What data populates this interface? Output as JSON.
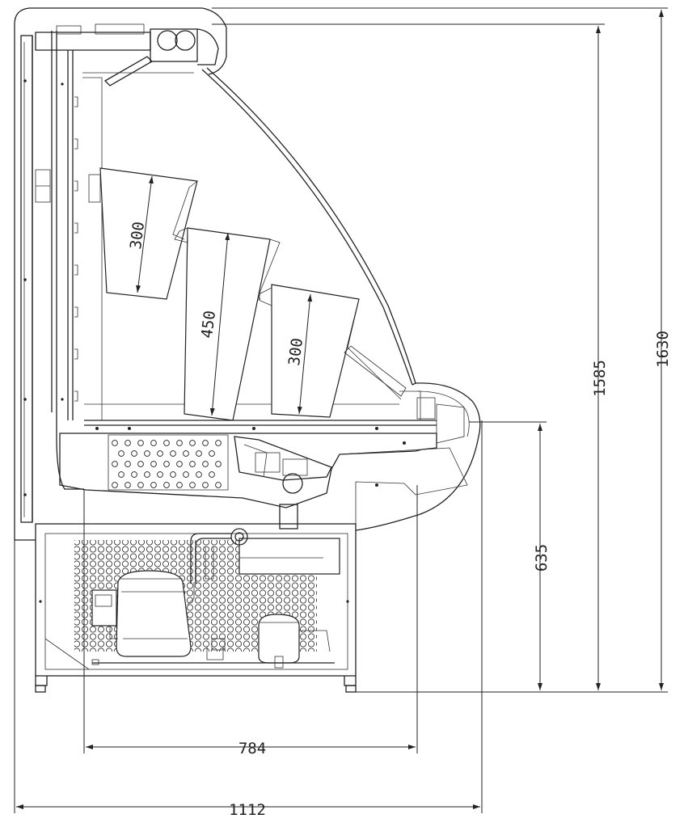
{
  "dimensions": {
    "total_height": "1630",
    "inner_height": "1585",
    "deck_height": "635",
    "inner_depth": "784",
    "total_depth": "1112"
  },
  "shelf_labels": {
    "top": "300",
    "middle": "450",
    "lower": "300"
  }
}
